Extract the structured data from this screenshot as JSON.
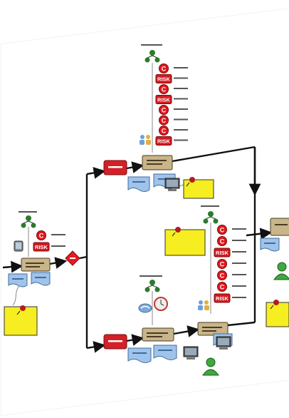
{
  "diagram": {
    "colors": {
      "flow_line": "#111111",
      "connector": "#888888",
      "process_box": "#c8b58a",
      "process_border": "#4a3c22",
      "document": "#9fc3ea",
      "document_border": "#3f6c9e",
      "red_box": "#d42026",
      "control_circle": "#e4161b",
      "risk_box": "#d21b20",
      "note": "#f6ee20",
      "note_border": "#333333",
      "org_icon": "#2d7a2d",
      "user_icon": "#3fa83f",
      "decision": "#e81b24"
    },
    "control_marker": {
      "letter": "C",
      "icon": "control-circle"
    },
    "risk_marker": {
      "label": "RISK",
      "icon": "risk-box"
    },
    "icons": [
      "org-chart-icon",
      "people-icon",
      "stopwatch-icon",
      "handshake-icon",
      "computer-icon",
      "user-icon",
      "pushpin-icon"
    ],
    "stacks": [
      {
        "name": "top-stack",
        "markers": [
          "C",
          "RISK",
          "C",
          "RISK",
          "C",
          "C",
          "C",
          "RISK"
        ]
      },
      {
        "name": "left-stack",
        "markers": [
          "C",
          "RISK"
        ]
      },
      {
        "name": "right-stack",
        "markers": [
          "C",
          "C",
          "RISK",
          "C",
          "C",
          "C",
          "RISK"
        ]
      }
    ]
  }
}
